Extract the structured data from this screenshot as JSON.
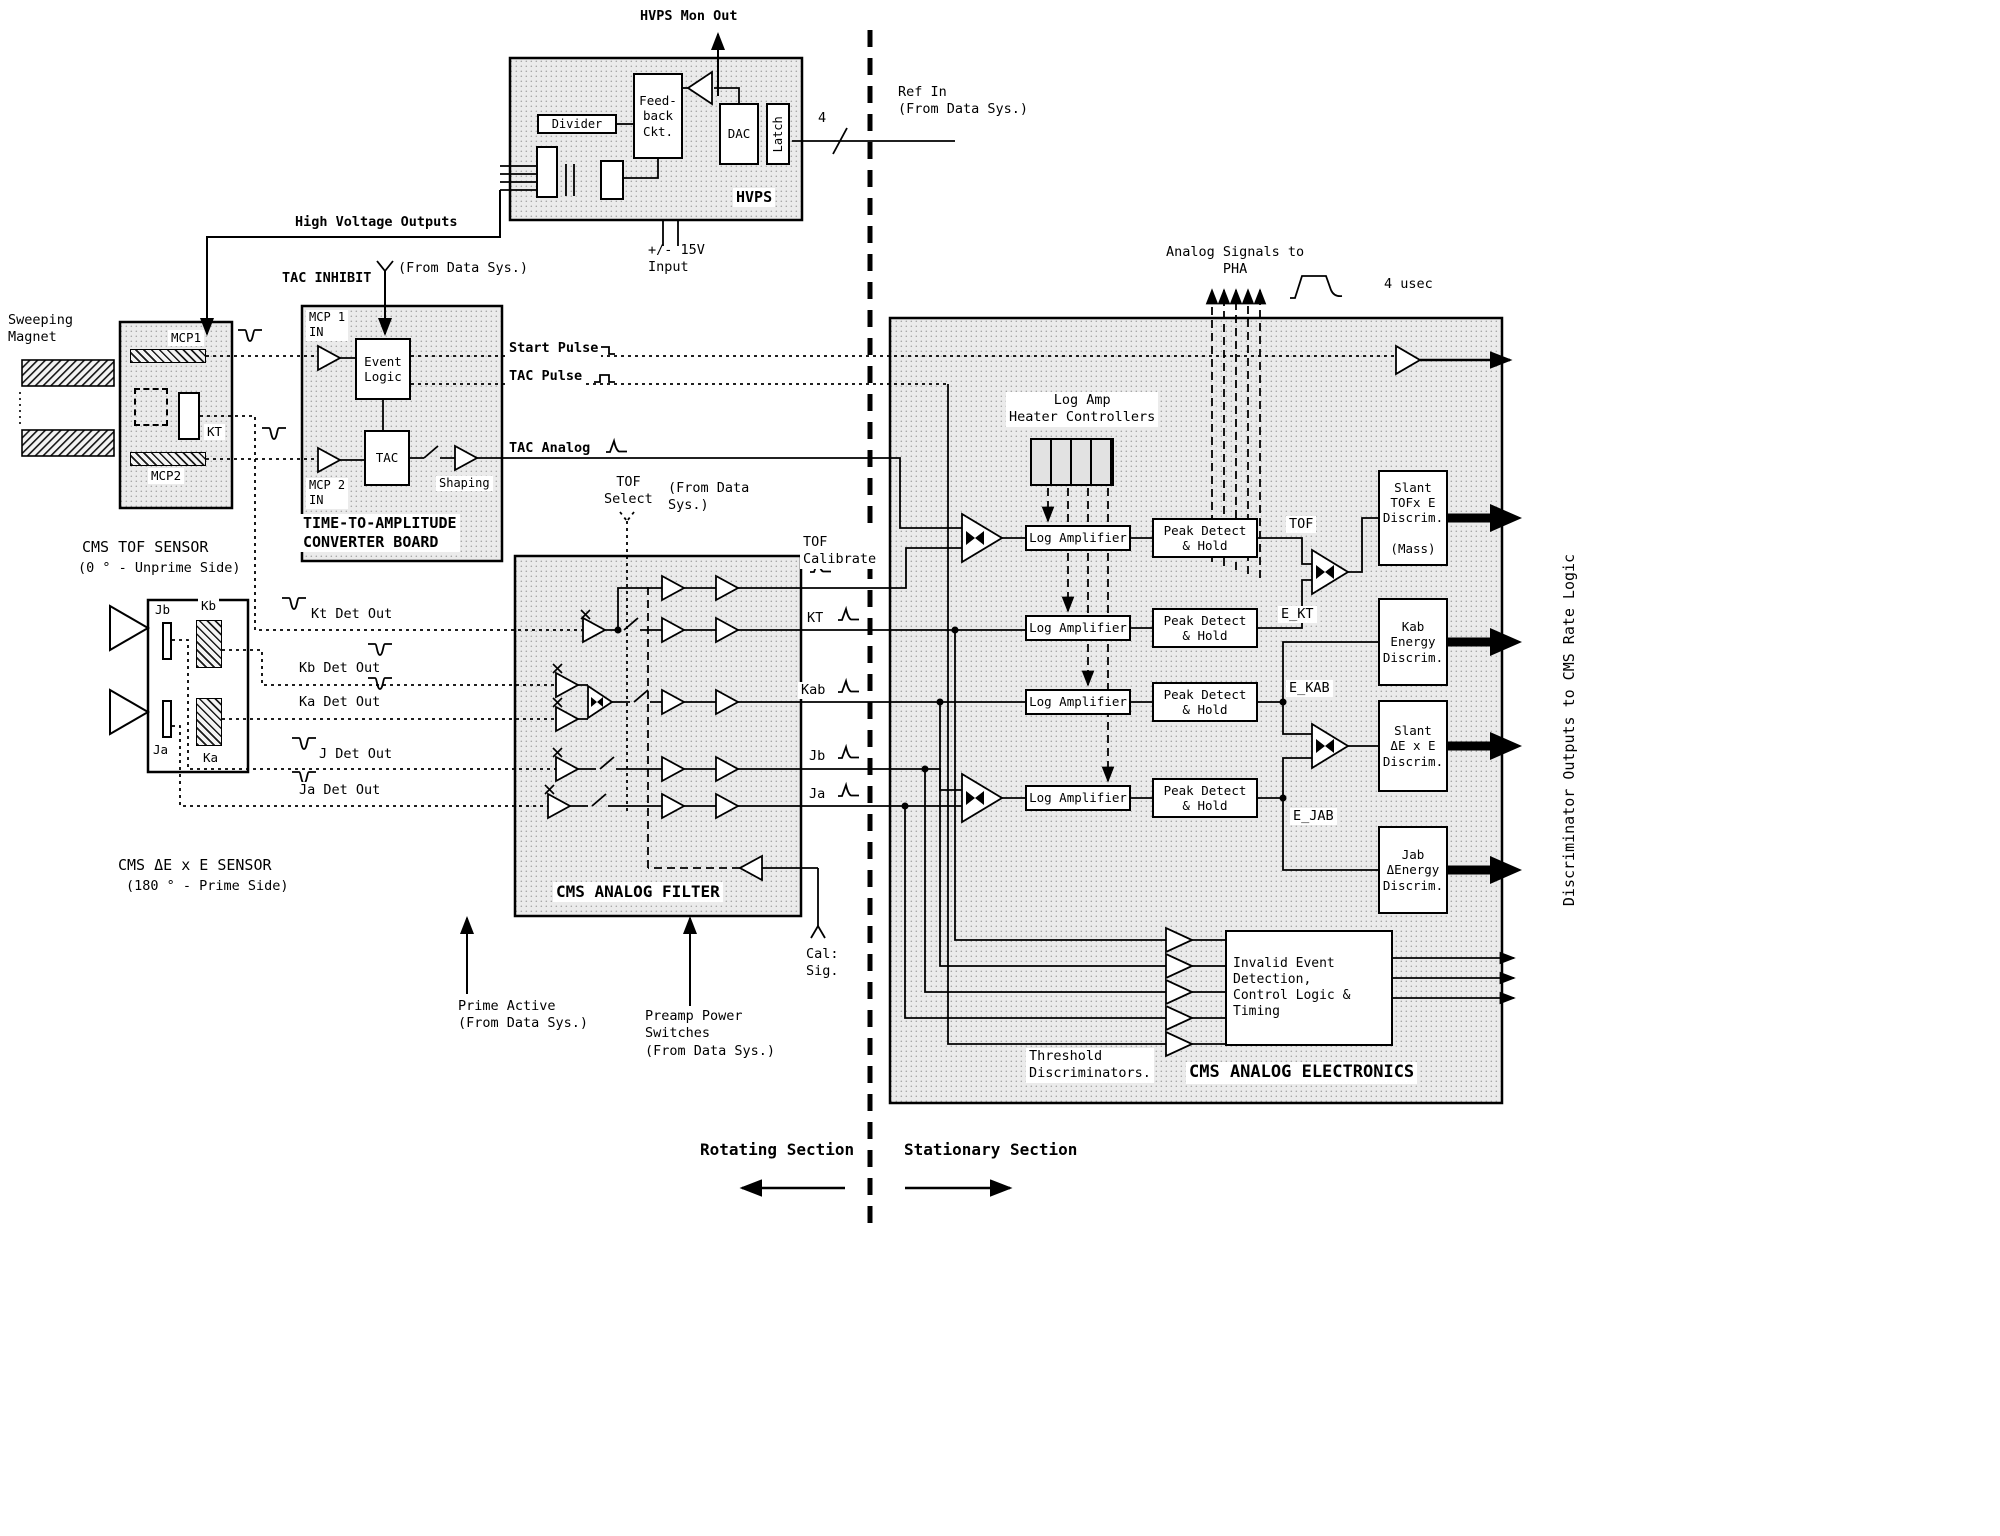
{
  "hvps": {
    "title": "HVPS",
    "mon_out": "HVPS Mon Out",
    "divider": "Divider",
    "feedback": "Feed-\nback\nCkt.",
    "dac": "DAC",
    "latch": "Latch",
    "ref_in": "Ref In\n(From Data Sys.)",
    "bus_width": "4",
    "supply_in": "+/- 15V\nInput",
    "hv_outputs": "High Voltage Outputs"
  },
  "tof_sensor": {
    "sweeping_magnet": "Sweeping\nMagnet",
    "mcp1": "MCP1",
    "mcp2": "MCP2",
    "kt": "KT",
    "title": "CMS TOF SENSOR",
    "subtitle": "(0 ° - Unprime Side)"
  },
  "tac_board": {
    "tac_inhibit": "TAC INHIBIT",
    "inhibit_src": "(From Data Sys.)",
    "mcp1_in": "MCP 1\nIN",
    "mcp2_in": "MCP 2\nIN",
    "event_logic": "Event\nLogic",
    "tac": "TAC",
    "shaping": "Shaping",
    "title": "TIME-TO-AMPLITUDE\nCONVERTER BOARD"
  },
  "signals": {
    "start_pulse": "Start Pulse",
    "tac_pulse": "TAC Pulse",
    "tac_analog": "TAC Analog",
    "kt_det": "Kt Det Out",
    "kb_det": "Kb Det Out",
    "ka_det": "Ka Det Out",
    "j_det": "J Det Out",
    "ja_det": "Ja Det Out"
  },
  "dexe_sensor": {
    "jb": "Jb",
    "kb": "Kb",
    "ja": "Ja",
    "ka": "Ka",
    "title": "CMS ΔE x E SENSOR",
    "subtitle": "(180 ° - Prime Side)"
  },
  "filter": {
    "tof_select": "TOF\nSelect",
    "tof_select_src": "(From Data\nSys.)",
    "tof_calibrate": "TOF\nCalibrate",
    "out_kt": "KT",
    "out_kab": "Kab",
    "out_jb": "Jb",
    "out_ja": "Ja",
    "title": "CMS ANALOG FILTER",
    "prime_active": "Prime Active\n(From Data Sys.)",
    "preamp_power": "Preamp Power\nSwitches\n(From Data Sys.)",
    "cal_sig": "Cal:\nSig."
  },
  "electronics": {
    "pha": "Analog Signals to\nPHA",
    "usec": "4 usec",
    "heater": "Log Amp\nHeater Controllers",
    "log_amp": "Log Amplifier",
    "peak_detect": "Peak Detect\n& Hold",
    "tof": "TOF",
    "e_kt": "E_KT",
    "e_kab": "E_KAB",
    "e_jab": "E_JAB",
    "invalid": "Invalid Event\nDetection,\nControl Logic &\nTiming",
    "threshold": "Threshold\nDiscriminators.",
    "title": "CMS ANALOG ELECTRONICS"
  },
  "outputs": {
    "slant_tofe": "Slant\nTOFx E\nDiscrim.\n\n(Mass)",
    "kab_energy": "Kab\nEnergy\nDiscrim.",
    "slant_dexe": "Slant\nΔE x E\nDiscrim.",
    "jab_energy": "Jab\nΔEnergy\nDiscrim.",
    "rate_logic": "Discriminator Outputs to CMS Rate Logic"
  },
  "sections": {
    "rotating": "Rotating Section",
    "stationary": "Stationary Section"
  },
  "icons": {
    "sum_junction": "bowtie",
    "square_pulse": "square-pulse",
    "analog_pulse": "sharp-rise-decay",
    "detector_pulse": "negative-spike",
    "bus_slash": "slash-4"
  }
}
